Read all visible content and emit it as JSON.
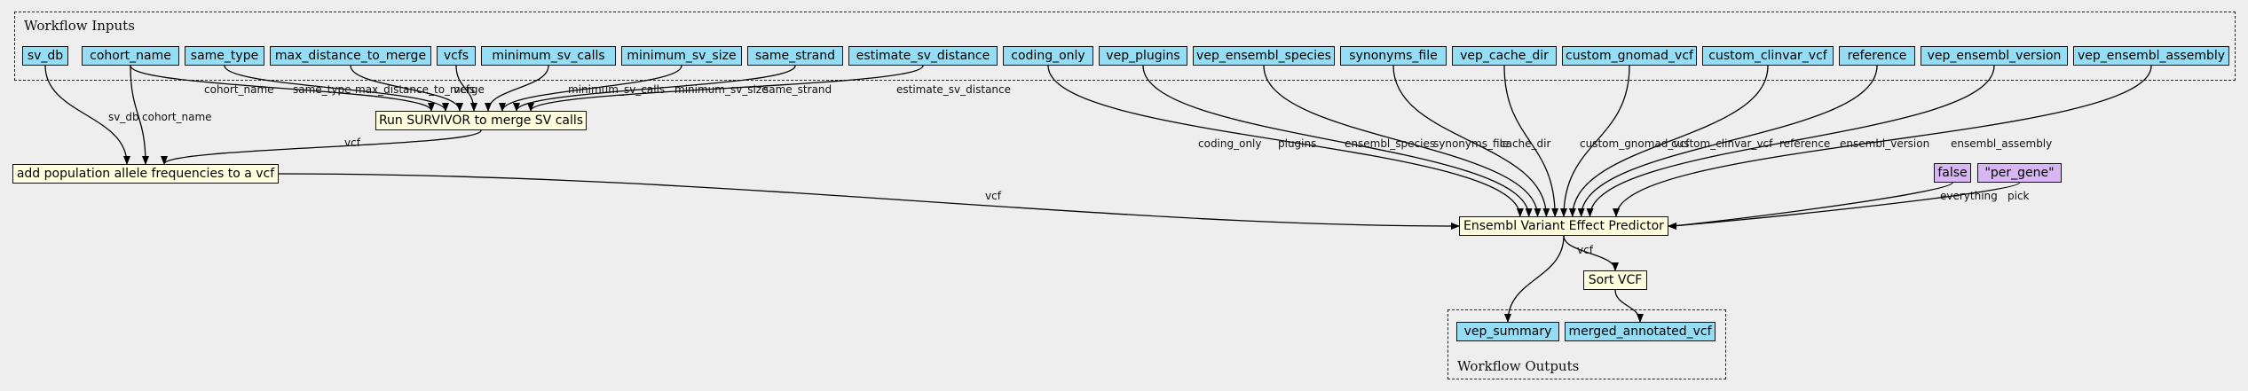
{
  "clusters": {
    "inputs": {
      "label": "Workflow Inputs"
    },
    "outputs": {
      "label": "Workflow Outputs"
    }
  },
  "nodes": [
    {
      "id": "sv_db",
      "label": "sv_db",
      "kind": "input"
    },
    {
      "id": "cohort_name",
      "label": "cohort_name",
      "kind": "input"
    },
    {
      "id": "same_type",
      "label": "same_type",
      "kind": "input"
    },
    {
      "id": "max_distance_to_merge",
      "label": "max_distance_to_merge",
      "kind": "input"
    },
    {
      "id": "vcfs",
      "label": "vcfs",
      "kind": "input"
    },
    {
      "id": "minimum_sv_calls",
      "label": "minimum_sv_calls",
      "kind": "input"
    },
    {
      "id": "minimum_sv_size",
      "label": "minimum_sv_size",
      "kind": "input"
    },
    {
      "id": "same_strand",
      "label": "same_strand",
      "kind": "input"
    },
    {
      "id": "estimate_sv_distance",
      "label": "estimate_sv_distance",
      "kind": "input"
    },
    {
      "id": "coding_only",
      "label": "coding_only",
      "kind": "input"
    },
    {
      "id": "vep_plugins",
      "label": "vep_plugins",
      "kind": "input"
    },
    {
      "id": "vep_ensembl_species",
      "label": "vep_ensembl_species",
      "kind": "input"
    },
    {
      "id": "synonyms_file",
      "label": "synonyms_file",
      "kind": "input"
    },
    {
      "id": "vep_cache_dir",
      "label": "vep_cache_dir",
      "kind": "input"
    },
    {
      "id": "custom_gnomad_vcf",
      "label": "custom_gnomad_vcf",
      "kind": "input"
    },
    {
      "id": "custom_clinvar_vcf",
      "label": "custom_clinvar_vcf",
      "kind": "input"
    },
    {
      "id": "reference",
      "label": "reference",
      "kind": "input"
    },
    {
      "id": "vep_ensembl_version",
      "label": "vep_ensembl_version",
      "kind": "input"
    },
    {
      "id": "vep_ensembl_assembly",
      "label": "vep_ensembl_assembly",
      "kind": "input"
    },
    {
      "id": "survivor",
      "label": "Run SURVIVOR to merge SV calls",
      "kind": "step"
    },
    {
      "id": "popfreq",
      "label": "add population allele frequencies to a vcf",
      "kind": "step"
    },
    {
      "id": "vep",
      "label": "Ensembl Variant Effect Predictor",
      "kind": "step"
    },
    {
      "id": "sortvcf",
      "label": "Sort VCF",
      "kind": "step"
    },
    {
      "id": "false_default",
      "label": "false",
      "kind": "default"
    },
    {
      "id": "per_gene_default",
      "label": "\"per_gene\"",
      "kind": "default"
    },
    {
      "id": "vep_summary",
      "label": "vep_summary",
      "kind": "output"
    },
    {
      "id": "merged_annotated_vcf",
      "label": "merged_annotated_vcf",
      "kind": "output"
    }
  ],
  "edges": [
    {
      "from": "sv_db",
      "to": "popfreq",
      "label": "sv_db"
    },
    {
      "from": "cohort_name",
      "to": "popfreq",
      "label": "cohort_name"
    },
    {
      "from": "cohort_name",
      "to": "survivor",
      "label": "cohort_name"
    },
    {
      "from": "same_type",
      "to": "survivor",
      "label": "same_type"
    },
    {
      "from": "max_distance_to_merge",
      "to": "survivor",
      "label": "max_distance_to_merge"
    },
    {
      "from": "vcfs",
      "to": "survivor",
      "label": "vcfs"
    },
    {
      "from": "minimum_sv_calls",
      "to": "survivor",
      "label": "minimum_sv_calls"
    },
    {
      "from": "minimum_sv_size",
      "to": "survivor",
      "label": "minimum_sv_size"
    },
    {
      "from": "same_strand",
      "to": "survivor",
      "label": "same_strand"
    },
    {
      "from": "estimate_sv_distance",
      "to": "survivor",
      "label": "estimate_sv_distance"
    },
    {
      "from": "survivor",
      "to": "popfreq",
      "label": "vcf"
    },
    {
      "from": "popfreq",
      "to": "vep",
      "label": "vcf"
    },
    {
      "from": "coding_only",
      "to": "vep",
      "label": "coding_only"
    },
    {
      "from": "vep_plugins",
      "to": "vep",
      "label": "plugins"
    },
    {
      "from": "vep_ensembl_species",
      "to": "vep",
      "label": "ensembl_species"
    },
    {
      "from": "synonyms_file",
      "to": "vep",
      "label": "synonyms_file"
    },
    {
      "from": "vep_cache_dir",
      "to": "vep",
      "label": "cache_dir"
    },
    {
      "from": "custom_gnomad_vcf",
      "to": "vep",
      "label": "custom_gnomad_vcf"
    },
    {
      "from": "custom_clinvar_vcf",
      "to": "vep",
      "label": "custom_clinvar_vcf"
    },
    {
      "from": "reference",
      "to": "vep",
      "label": "reference"
    },
    {
      "from": "vep_ensembl_version",
      "to": "vep",
      "label": "ensembl_version"
    },
    {
      "from": "vep_ensembl_assembly",
      "to": "vep",
      "label": "ensembl_assembly"
    },
    {
      "from": "false_default",
      "to": "vep",
      "label": "everything"
    },
    {
      "from": "per_gene_default",
      "to": "vep",
      "label": "pick"
    },
    {
      "from": "vep",
      "to": "sortvcf",
      "label": "vcf"
    },
    {
      "from": "vep",
      "to": "vep_summary",
      "label": ""
    },
    {
      "from": "sortvcf",
      "to": "merged_annotated_vcf",
      "label": ""
    }
  ]
}
